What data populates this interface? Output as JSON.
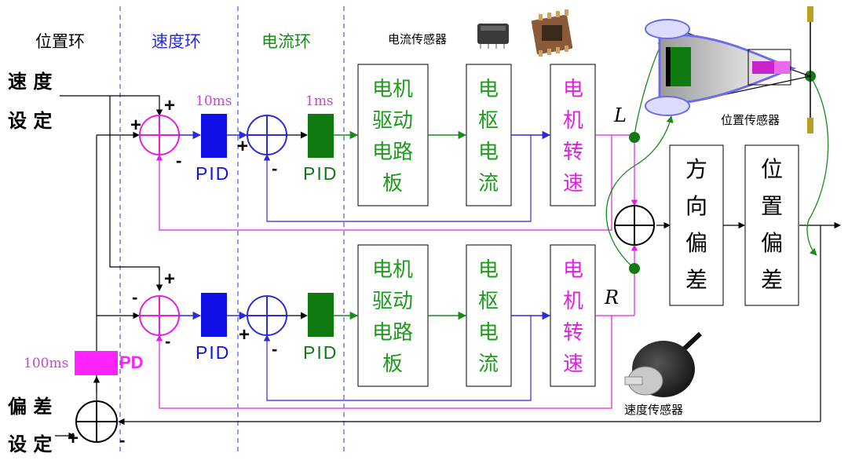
{
  "columns": {
    "position_loop": "位置环",
    "speed_loop": "速度环",
    "current_loop": "电流环"
  },
  "inputs": {
    "speed_setpoint": [
      "速 度",
      "设 定"
    ],
    "deviation_setpoint": [
      "偏 差",
      "设 定"
    ]
  },
  "timing": {
    "speed_period": "10ms",
    "current_period": "1ms",
    "pd_period": "100ms"
  },
  "controllers": {
    "pid": "PID",
    "pd": "PD"
  },
  "blocks": {
    "driver_board": [
      "电机",
      "驱动",
      "电路",
      "板"
    ],
    "armature_current": [
      "电",
      "枢",
      "电",
      "流"
    ],
    "motor_speed": [
      "电",
      "机",
      "转",
      "速"
    ],
    "direction_deviation": [
      "方",
      "向",
      "偏",
      "差"
    ],
    "position_deviation": [
      "位",
      "置",
      "偏",
      "差"
    ]
  },
  "channels": {
    "left": "L",
    "right": "R"
  },
  "signs": {
    "plus": "+",
    "minus": "-"
  },
  "sensors": {
    "current_sensor": "电流传感器",
    "position_sensor": "位置传感器",
    "speed_sensor": "速度传感器"
  },
  "colors": {
    "speed_loop": "#2b2bd6",
    "current_loop": "#1a8a1a",
    "motor": "#e020e0",
    "black": "#000000",
    "pid_speed_fill": "#1010e8",
    "pid_current_fill": "#0f7a0f",
    "pd_fill": "#ff22ff",
    "block_text_green": "#1f9a1f"
  }
}
